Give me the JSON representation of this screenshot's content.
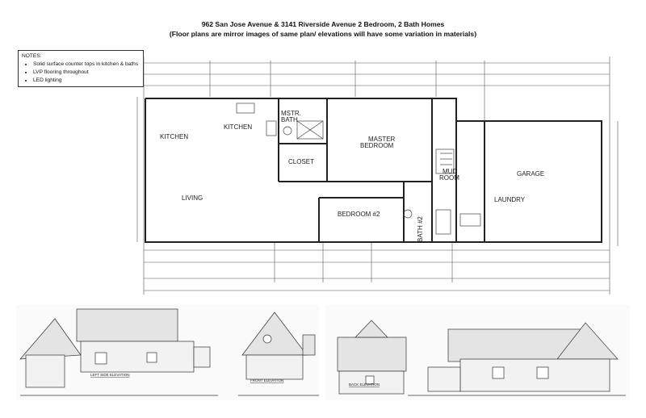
{
  "header": {
    "title": "962 San Jose Avenue & 3141 Riverside Avenue 2 Bedroom, 2 Bath Homes",
    "subtitle": "(Floor plans are mirror images of same plan/ elevations will have some variation in materials)"
  },
  "notes": {
    "heading": "NOTES:",
    "items": [
      "Solid surface counter tops in kitchen & baths",
      "LVP flooring throughout",
      "LED lighting"
    ]
  },
  "floor_plan": {
    "rooms": {
      "kitchen": "KITCHEN",
      "kitchen2": "KITCHEN",
      "mstr_bath": "MSTR.",
      "mstr_bath2": "BATH",
      "closet": "CLOSET",
      "living": "LIVING",
      "master1": "MASTER",
      "master2": "BEDROOM",
      "mud1": "MUD",
      "mud2": "ROOM",
      "garage": "GARAGE",
      "laundry": "LAUNDRY",
      "bedroom2": "BEDROOM #2",
      "bath2": "BATH #2"
    }
  },
  "elevations": {
    "left": "LEFT SIDE ELEVATION",
    "front": "FRONT ELEVATION",
    "back": "BACK ELEVATION"
  }
}
